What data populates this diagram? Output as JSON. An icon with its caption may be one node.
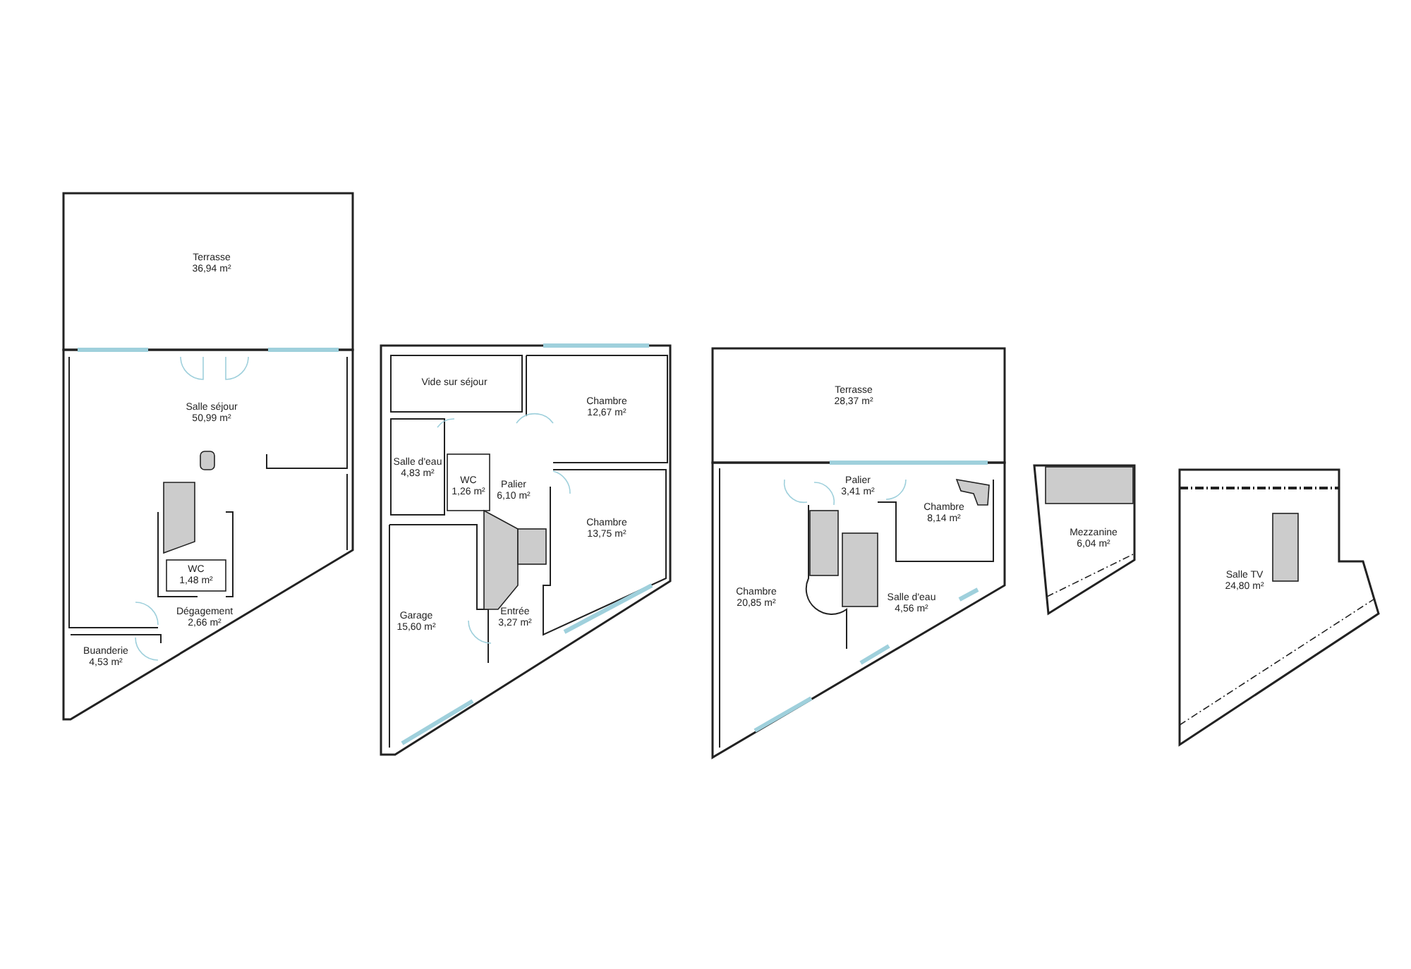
{
  "diagram": {
    "nodes": [
      {
        "text": [
          "Terrasse",
          "36,94 m²"
        ]
      },
      {
        "text": [
          "Salle séjour",
          "50,99 m²"
        ]
      },
      {
        "text": [
          "WC",
          "1,48 m²"
        ]
      },
      {
        "text": [
          "Dégagement",
          "2,66 m²"
        ]
      },
      {
        "text": [
          "Buanderie",
          "4,53 m²"
        ]
      },
      {
        "text": [
          "Vide sur séjour"
        ]
      },
      {
        "text": [
          "Chambre",
          "12,67 m²"
        ]
      },
      {
        "text": [
          "Salle d'eau",
          "4,83 m²"
        ]
      },
      {
        "text": [
          "WC",
          "1,26 m²"
        ]
      },
      {
        "text": [
          "Palier",
          "6,10 m²"
        ]
      },
      {
        "text": [
          "Chambre",
          "13,75 m²"
        ]
      },
      {
        "text": [
          "Garage",
          "15,60 m²"
        ]
      },
      {
        "text": [
          "Entrée",
          "3,27 m²"
        ]
      },
      {
        "text": [
          "Terrasse",
          "28,37 m²"
        ]
      },
      {
        "text": [
          "Palier",
          "3,41 m²"
        ]
      },
      {
        "text": [
          "Chambre",
          "8,14 m²"
        ]
      },
      {
        "text": [
          "Chambre",
          "20,85 m²"
        ]
      },
      {
        "text": [
          "Salle d'eau",
          "4,56 m²"
        ]
      },
      {
        "text": [
          "Mezzanine",
          "6,04 m²"
        ]
      },
      {
        "text": [
          "Salle TV",
          "24,80 m²"
        ]
      }
    ]
  }
}
